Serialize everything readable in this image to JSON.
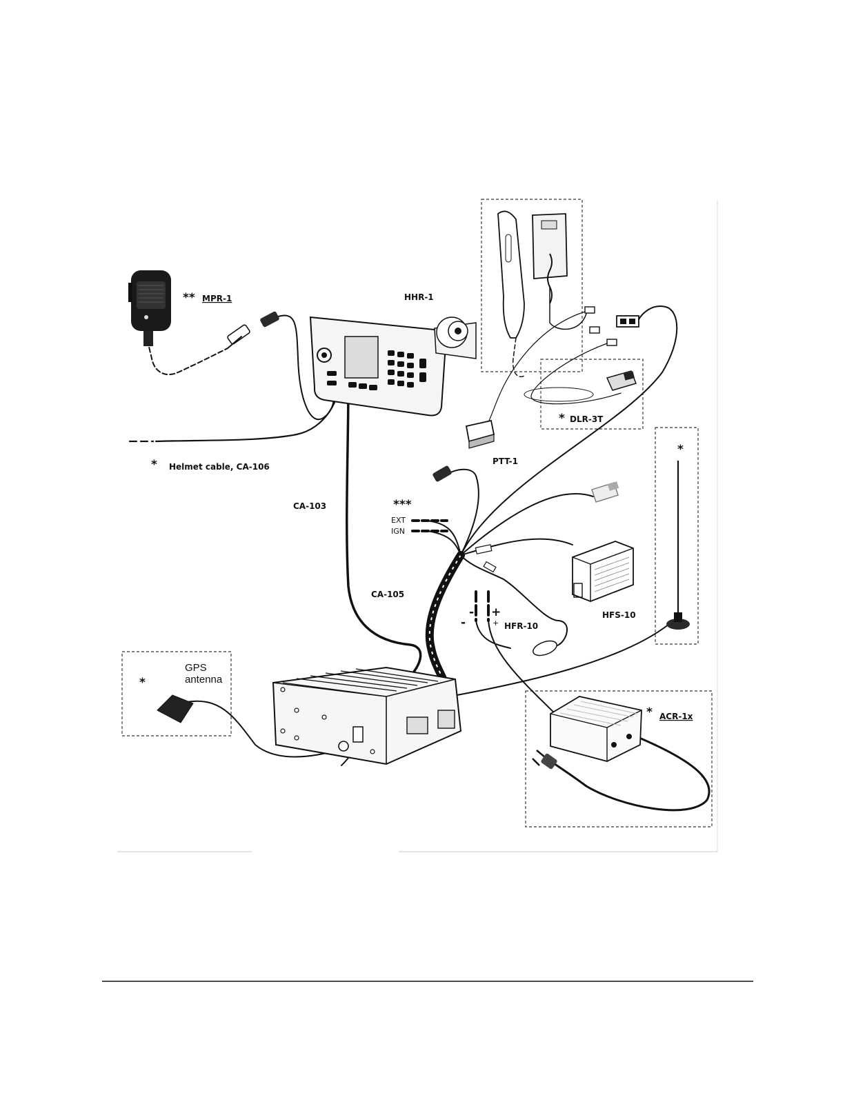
{
  "diagram": {
    "labels": {
      "mpr": "MPR-1",
      "mpr_mark": "**",
      "hhr": "HHR-1",
      "dlr": "DLR-3T",
      "dlr_mark": "*",
      "ptt": "PTT-1",
      "helmet": "Helmet cable, CA-106",
      "helmet_mark": "*",
      "ca103": "CA-103",
      "ca105": "CA-105",
      "triple_mark": "***",
      "ext": "EXT",
      "ign": "IGN",
      "hfs": "HFS-10",
      "hfr": "HFR-10",
      "plus1": "+",
      "plus2": "+",
      "minus1": "-",
      "minus2": "-",
      "gps_line1": "GPS",
      "gps_line2": "antenna",
      "gps_mark": "*",
      "acr": "ACR-1x",
      "acr_mark": "*",
      "antenna_mark": "*"
    }
  }
}
